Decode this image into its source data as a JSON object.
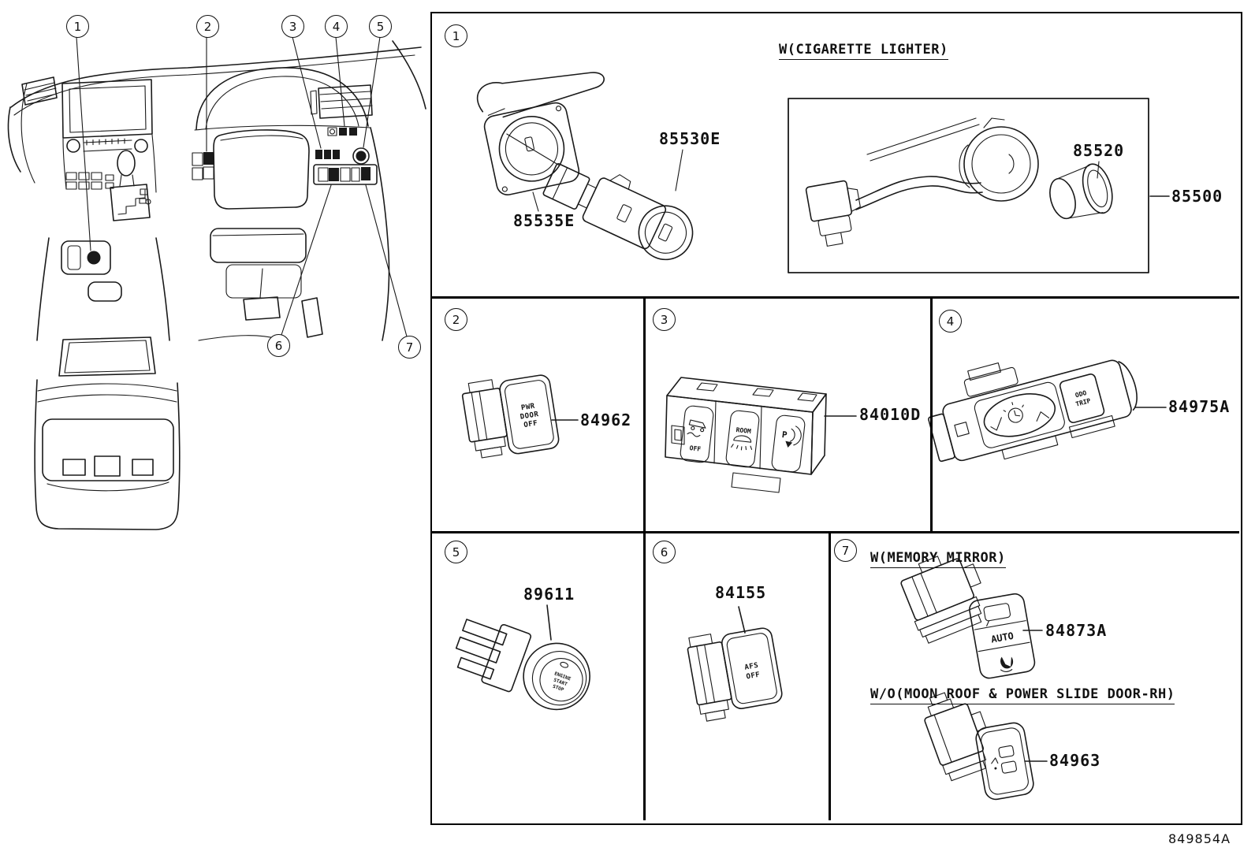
{
  "diagram": {
    "footer_code": "849854A",
    "callouts": [
      "1",
      "2",
      "3",
      "4",
      "5",
      "6",
      "7"
    ]
  },
  "cells": {
    "c1": {
      "num": "1",
      "variant": "W(CIGARETTE LIGHTER)",
      "parts": {
        "socket": "85535E",
        "element": "85530E",
        "knob": "85520",
        "assembly": "85500"
      }
    },
    "c2": {
      "num": "2",
      "part": "84962",
      "cap": [
        "PWR",
        "DOOR",
        "OFF"
      ]
    },
    "c3": {
      "num": "3",
      "part": "84010D",
      "icons": {
        "vsc_off": "OFF",
        "room": "ROOM",
        "sonar": "P"
      }
    },
    "c4": {
      "num": "4",
      "part": "84975A",
      "cap": [
        "ODO",
        "TRIP"
      ]
    },
    "c5": {
      "num": "5",
      "part": "89611",
      "cap": [
        "ENGINE",
        "START",
        "STOP"
      ]
    },
    "c6": {
      "num": "6",
      "part": "84155",
      "cap": [
        "AFS",
        "OFF"
      ]
    },
    "c7": {
      "num": "7",
      "variant1": "W(MEMORY MIRROR)",
      "part1": "84873A",
      "cap1": "AUTO",
      "variant2": "W/O(MOON ROOF & POWER SLIDE DOOR-RH)",
      "part2": "84963"
    }
  }
}
